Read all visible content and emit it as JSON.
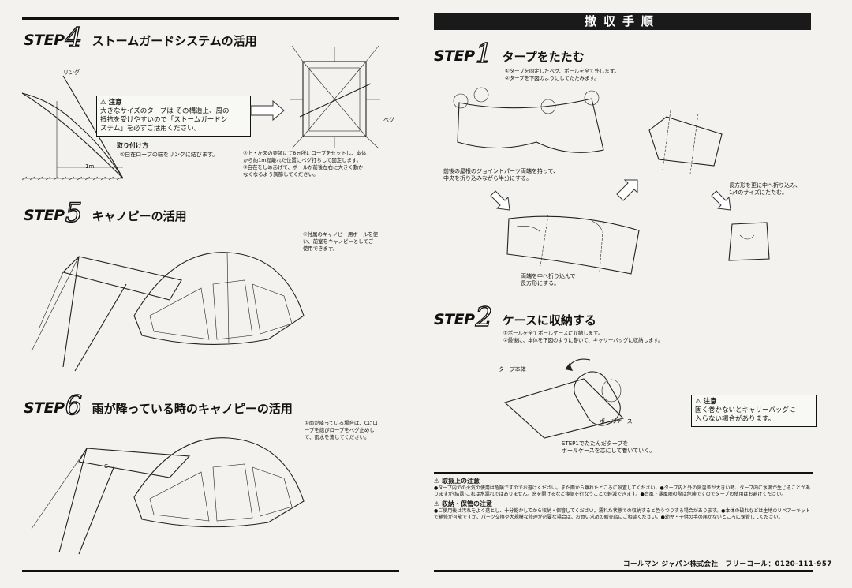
{
  "left": {
    "step4": {
      "word": "STEP",
      "num": "4",
      "title": "ストームガードシステムの活用",
      "label_ring": "リング",
      "warning_title": "⚠ 注意",
      "warning_text": "大きなサイズのタープは その構造上、風の\n抵抗を受けやすいので「ストームガードシ\nステム」を必ずご活用ください。",
      "attach_title": "取り付け方",
      "attach_text": "①自在ロープの端をリングに結びます。",
      "label_1m": "1m",
      "label_peg": "ペグ",
      "text_2": "②上・左図の要領にて8ヵ所にロープをセットし、本体\nから約1m程離れた位置にペグ打ちして固定します。\n③自在をしめあげて、ポールが前後左右に大きく動か\nなくなるよう調節してください。"
    },
    "step5": {
      "word": "STEP",
      "num": "5",
      "title": "キャノピーの活用",
      "text": "①付属のキャノピー用ポールを使\nい、前室をキャノピーとしてご\n使用できます。"
    },
    "step6": {
      "word": "STEP",
      "num": "6",
      "title": "雨が降っている時のキャノピーの活用",
      "text": "①雨が降っている場合は、Cにロ\nープを結びロープをペグ止めし\nて、雨水を流してください。",
      "label_c": "C"
    }
  },
  "right": {
    "banner": "撤収手順",
    "step1": {
      "word": "STEP",
      "num": "1",
      "title": "タープをたたむ",
      "text": "①タープを固定したペグ、ポールを全て外します。\n②タープを下図のようにしてたたみます。",
      "label_joint": "前後の屋根のジョイントパーツ両端を持って、\n中央を折り込みながら半分にする。",
      "label_fold": "両端を中へ折り込んで\n長方形にする。",
      "label_long": "長方形を更に中へ折り込み、\n1/4のサイズにたたむ。"
    },
    "step2": {
      "word": "STEP",
      "num": "2",
      "title": "ケースに収納する",
      "text": "①ポールを全てポールケースに収納します。\n②最後に、本体を下図のように巻いて、キャリーバッグに収納します。",
      "label_body": "タープ本体",
      "label_polecase": "ポールケース",
      "label_roll": "STEP1でたたんだタープを\nポールケースを芯にして巻いていく。",
      "warning_title": "⚠ 注意",
      "warning_text": "固く巻かないとキャリーバッグに\n入らない場合があります。"
    },
    "notes": {
      "handling_title": "⚠ 取扱上の注意",
      "handling_text": "●タープ内での火気の使用は危険ですのでお避けください。また雨から離れたところに設置してください。●タープ内と外の気温差が大きい時、タープ内に水滴が生じることがありますが(結露)これは水漏れではありません。窓を開けるなど換気を行なうことで軽減できます。●台風・暴風雨の際は危険ですのでタープの使用はお避けください。",
      "storage_title": "⚠ 収納・保管の注意",
      "storage_text": "●ご使用後は汚れをよく落とし、十分乾かしてから収納・保管してください。濡れた状態での収納すると色うつりする場合があります。●本体の破れなどは生地のリペアーキットで補修が可能ですが、パーツ交換や大規模な修理が必要な場合は、お買い求めの販売店にご相談ください。●幼児・子供の手の届かないところに保管してください。",
      "company": "コールマン ジャパン株式会社　フリーコール：0120-111-957"
    }
  }
}
